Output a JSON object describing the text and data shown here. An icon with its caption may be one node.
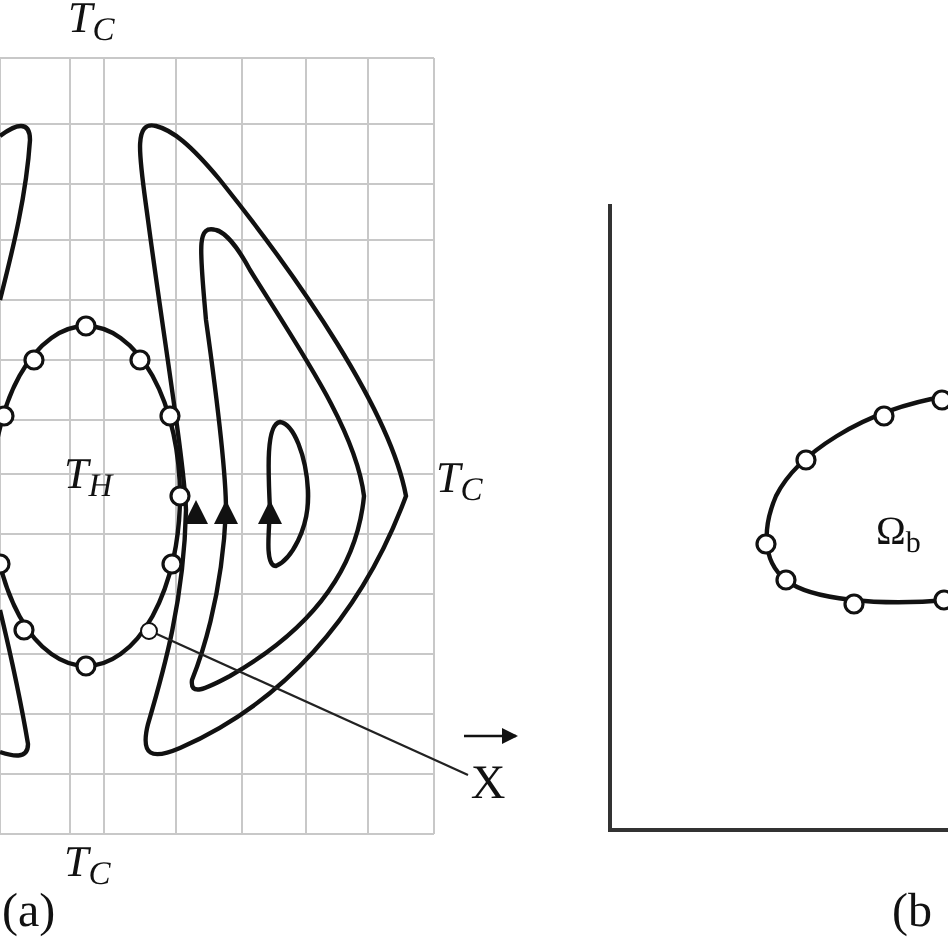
{
  "diagram": {
    "nodes": [
      {
        "text": [
          "X"
        ]
      },
      {
        "text": [],
        "shape": "circle"
      }
    ],
    "edges": [
      {
        "from": 0,
        "to": 1,
        "arrow": "none"
      }
    ],
    "labels": [
      "T$_{C}$",
      "T$_{H}$",
      "T$_{C}$",
      "T$_{C}$",
      "(a)",
      "Ω$_{b}$",
      "(b"
    ]
  }
}
